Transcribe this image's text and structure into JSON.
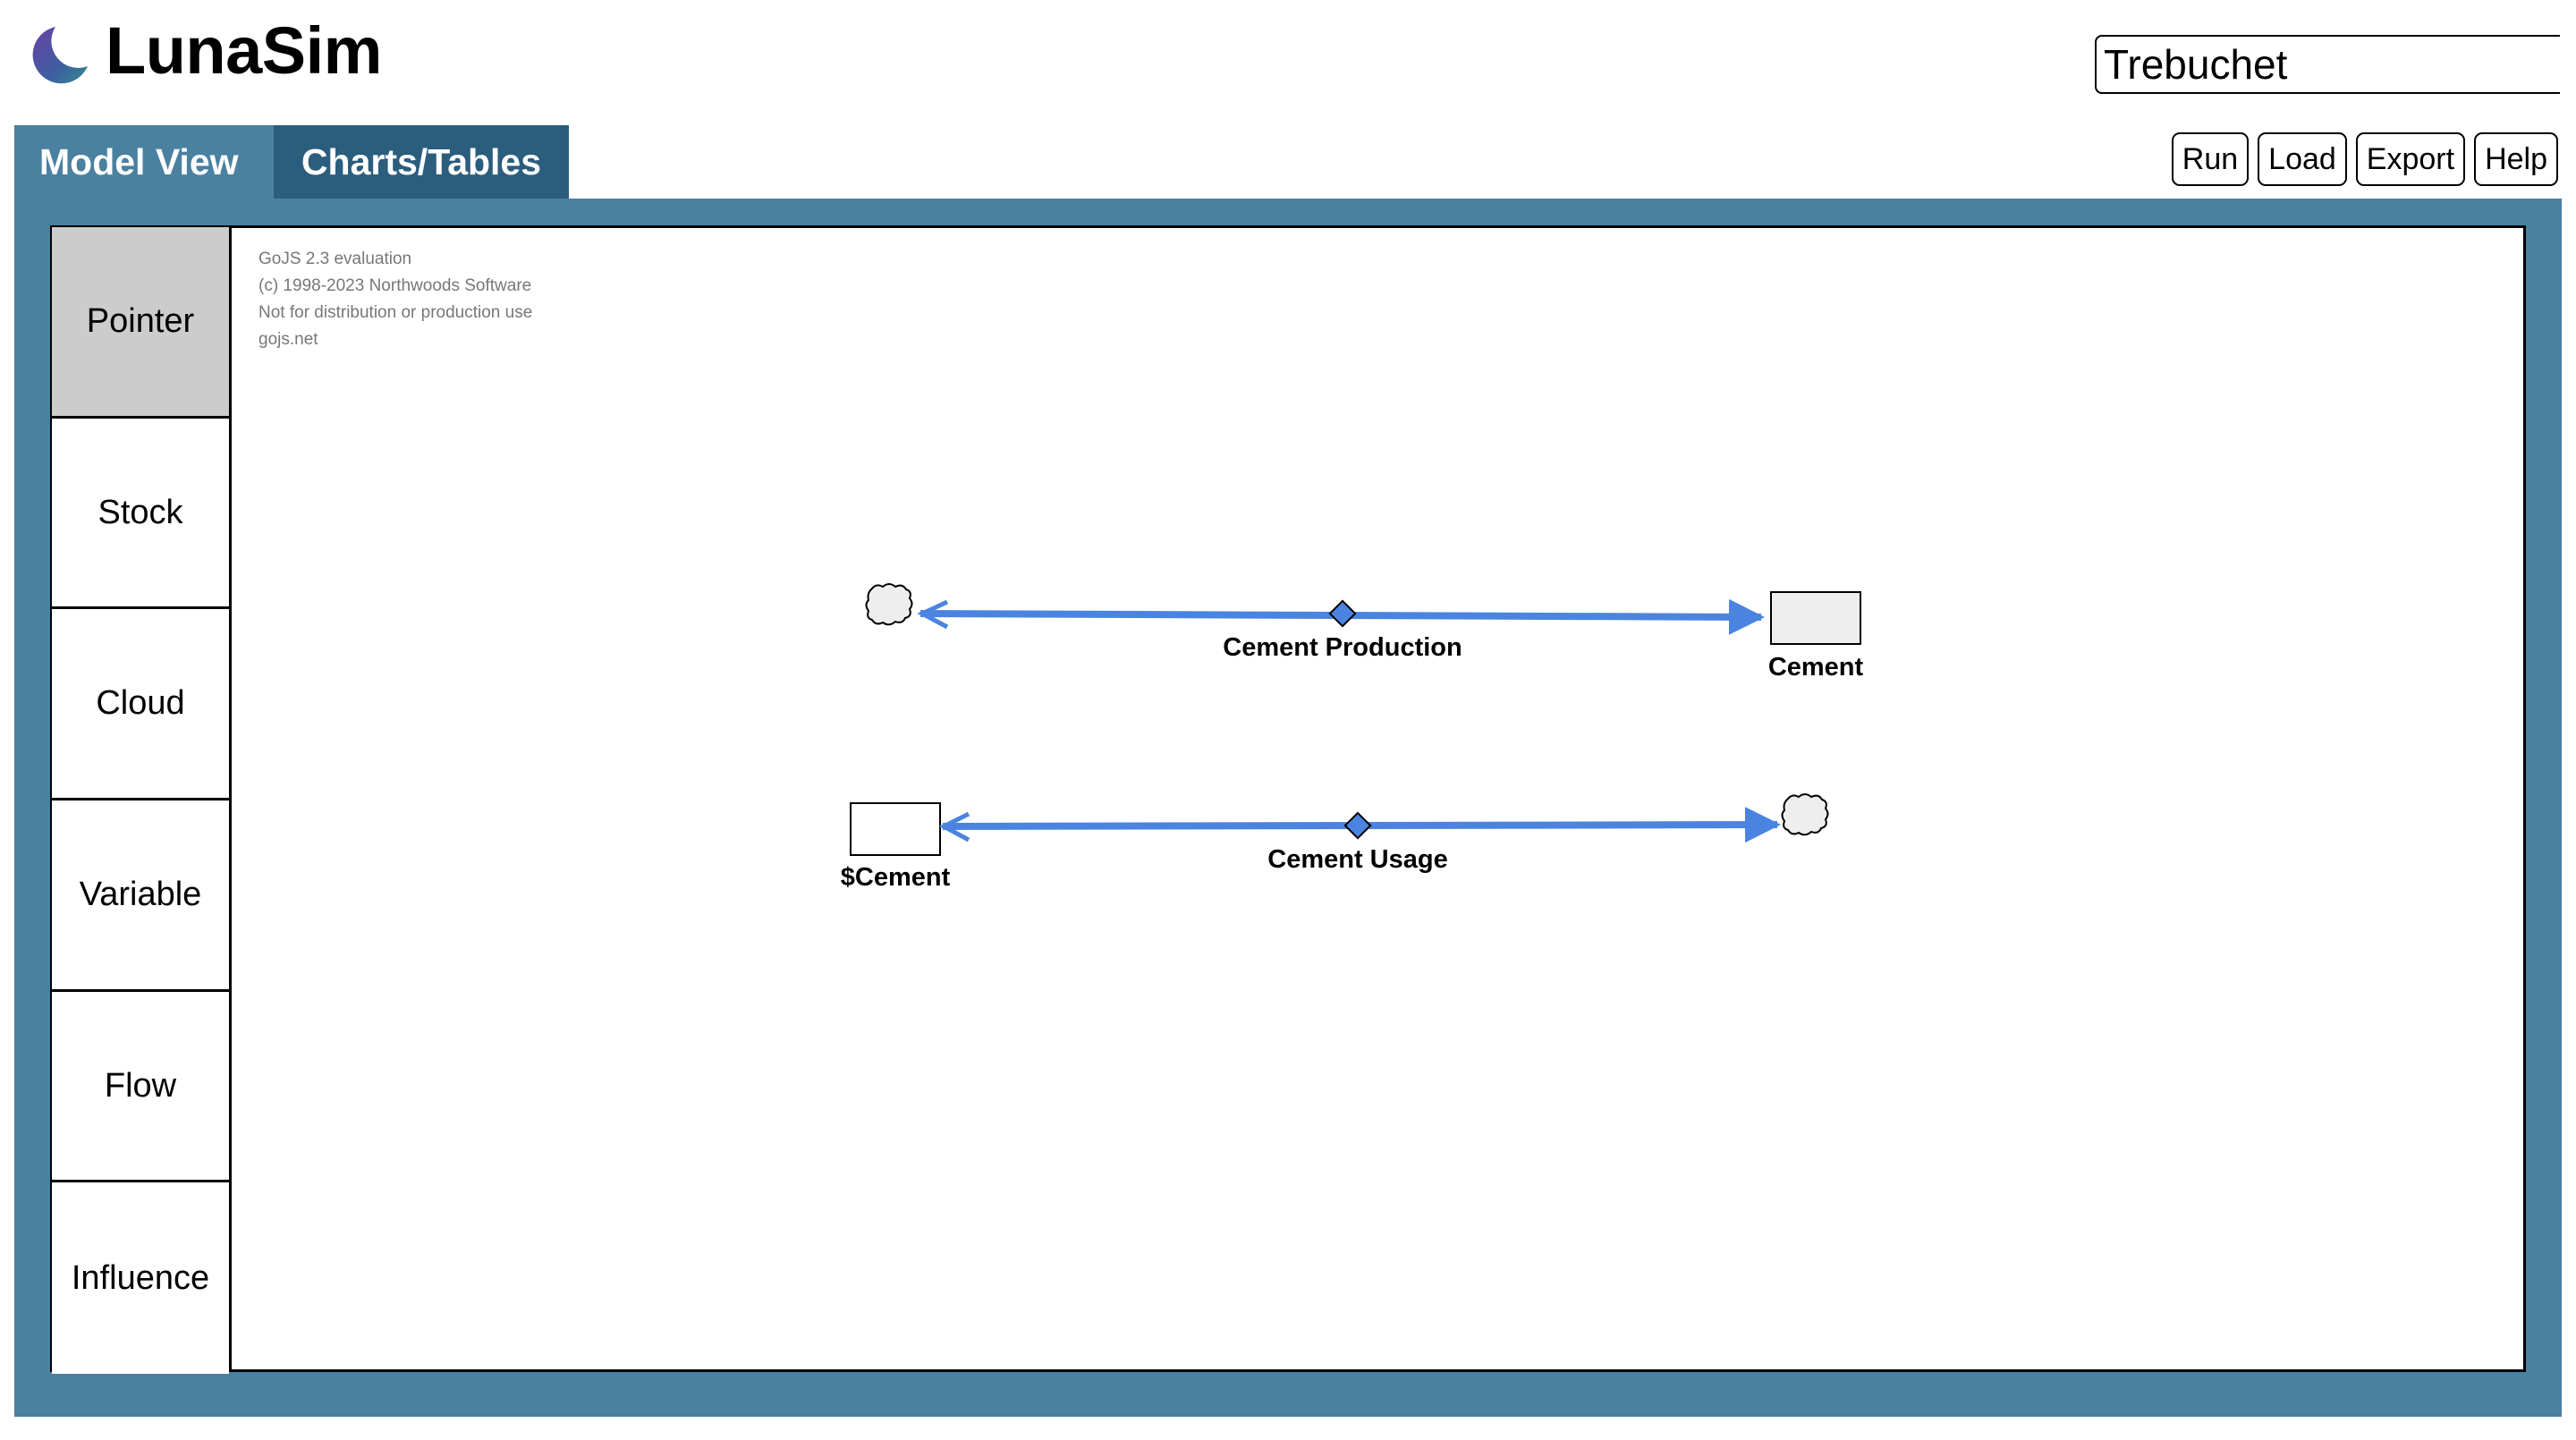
{
  "app": {
    "name": "LunaSim",
    "model_name": "Trebuchet",
    "logo_icon": "crescent-moon-icon"
  },
  "tabs": [
    {
      "label": "Model View",
      "active": true
    },
    {
      "label": "Charts/Tables",
      "active": false
    }
  ],
  "actions": {
    "run": "Run",
    "load": "Load",
    "export": "Export",
    "help": "Help"
  },
  "palette": {
    "items": [
      {
        "label": "Pointer",
        "selected": true
      },
      {
        "label": "Stock",
        "selected": false
      },
      {
        "label": "Cloud",
        "selected": false
      },
      {
        "label": "Variable",
        "selected": false
      },
      {
        "label": "Flow",
        "selected": false
      },
      {
        "label": "Influence",
        "selected": false
      }
    ]
  },
  "watermark": {
    "line1": "GoJS 2.3 evaluation",
    "line2": "(c) 1998-2023 Northwoods Software",
    "line3": "Not for distribution or production use",
    "line4": "gojs.net"
  },
  "diagram": {
    "flow_color": "#4a84e0",
    "stock_fill_cement": "#eeeeee",
    "stock_fill_dollar_cement": "#ffffff",
    "flows": [
      {
        "label": "Cement Production"
      },
      {
        "label": "Cement Usage"
      }
    ],
    "stocks": [
      {
        "label": "Cement"
      },
      {
        "label": "$Cement"
      }
    ]
  }
}
